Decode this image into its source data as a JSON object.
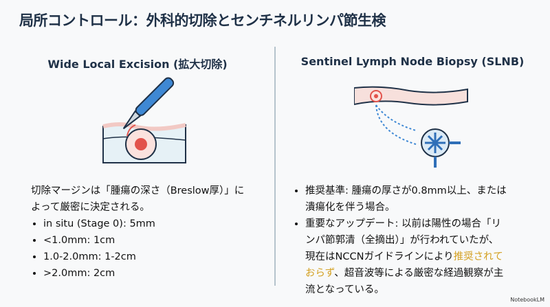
{
  "title": "局所コントロール：外科的切除とセンチネルリンパ節生検",
  "left": {
    "heading": "Wide Local Excision (拡大切除)",
    "intro": "切除マージンは「腫瘍の深さ（Breslow厚）」によって厳密に決定される。",
    "bullets": [
      "in situ (Stage 0): 5mm",
      "<1.0mm: 1cm",
      "1.0-2.0mm: 1-2cm",
      ">2.0mm: 2cm"
    ]
  },
  "right": {
    "heading": "Sentinel Lymph Node Biopsy (SLNB)",
    "bullet1": "推奨基準: 腫瘍の厚さが0.8mm以上、または潰瘍化を伴う場合。",
    "bullet2_pre": "重要なアップデート: 以前は陽性の場合「リンパ節郭清（全摘出）」が行われていたが、現在はNCCNガイドラインにより",
    "bullet2_highlight": "推奨されておらず",
    "bullet2_post": "、超音波等による厳密な経過観察が主流となっている。"
  },
  "brand": "NotebookLM",
  "colors": {
    "highlight": "#d4a123",
    "title": "#1f3147"
  }
}
